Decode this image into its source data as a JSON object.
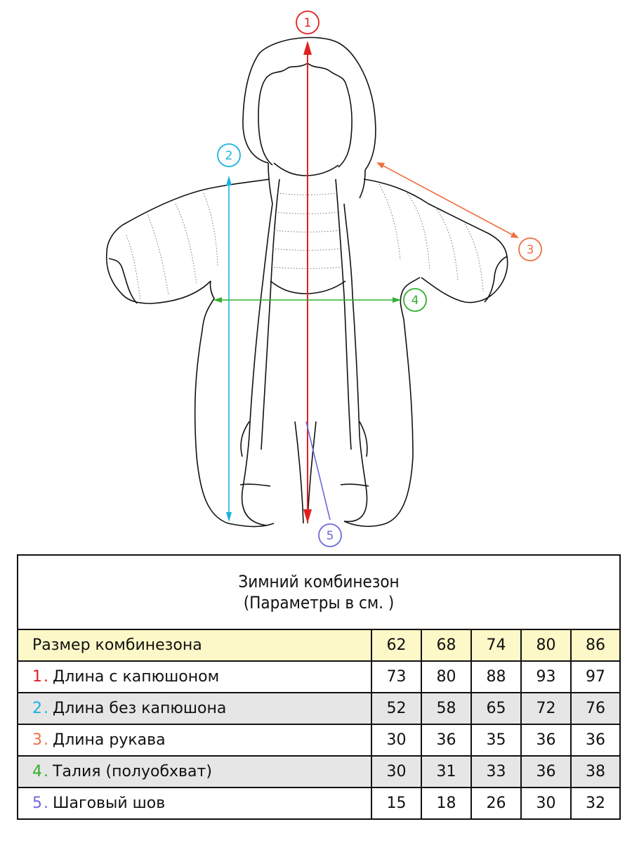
{
  "callouts": [
    {
      "num": "1",
      "color": "#e02020"
    },
    {
      "num": "2",
      "color": "#18b4e0"
    },
    {
      "num": "3",
      "color": "#ee7040"
    },
    {
      "num": "4",
      "color": "#30b030"
    },
    {
      "num": "5",
      "color": "#6a6adc"
    }
  ],
  "table": {
    "title_line1": "Зимний комбинезон",
    "title_line2": "(Параметры в см. )",
    "header": {
      "label": "Размер комбинезона",
      "sizes": [
        "62",
        "68",
        "74",
        "80",
        "86"
      ]
    },
    "rows": [
      {
        "num": "1",
        "dot": ".",
        "label": "Длина с капюшоном",
        "color": "#e02020",
        "values": [
          "73",
          "80",
          "88",
          "93",
          "97"
        ]
      },
      {
        "num": "2",
        "dot": ".",
        "label": "Длина без капюшона",
        "color": "#18b4e0",
        "values": [
          "52",
          "58",
          "65",
          "72",
          "76"
        ]
      },
      {
        "num": "3",
        "dot": ".",
        "label": "Длина рукава",
        "color": "#ee7040",
        "values": [
          "30",
          "36",
          "35",
          "36",
          "36"
        ]
      },
      {
        "num": "4",
        "dot": ".",
        "label": "Талия (полуобхват)",
        "color": "#30b030",
        "values": [
          "30",
          "31",
          "33",
          "36",
          "38"
        ]
      },
      {
        "num": "5",
        "dot": ".",
        "label": "Шаговый шов",
        "color": "#6a6adc",
        "values": [
          "15",
          "18",
          "26",
          "30",
          "32"
        ]
      }
    ]
  },
  "colors": {
    "header_row_bg": "#fdf8c8",
    "alt_row_bg": "#e6e6e6",
    "outline": "#111111"
  }
}
